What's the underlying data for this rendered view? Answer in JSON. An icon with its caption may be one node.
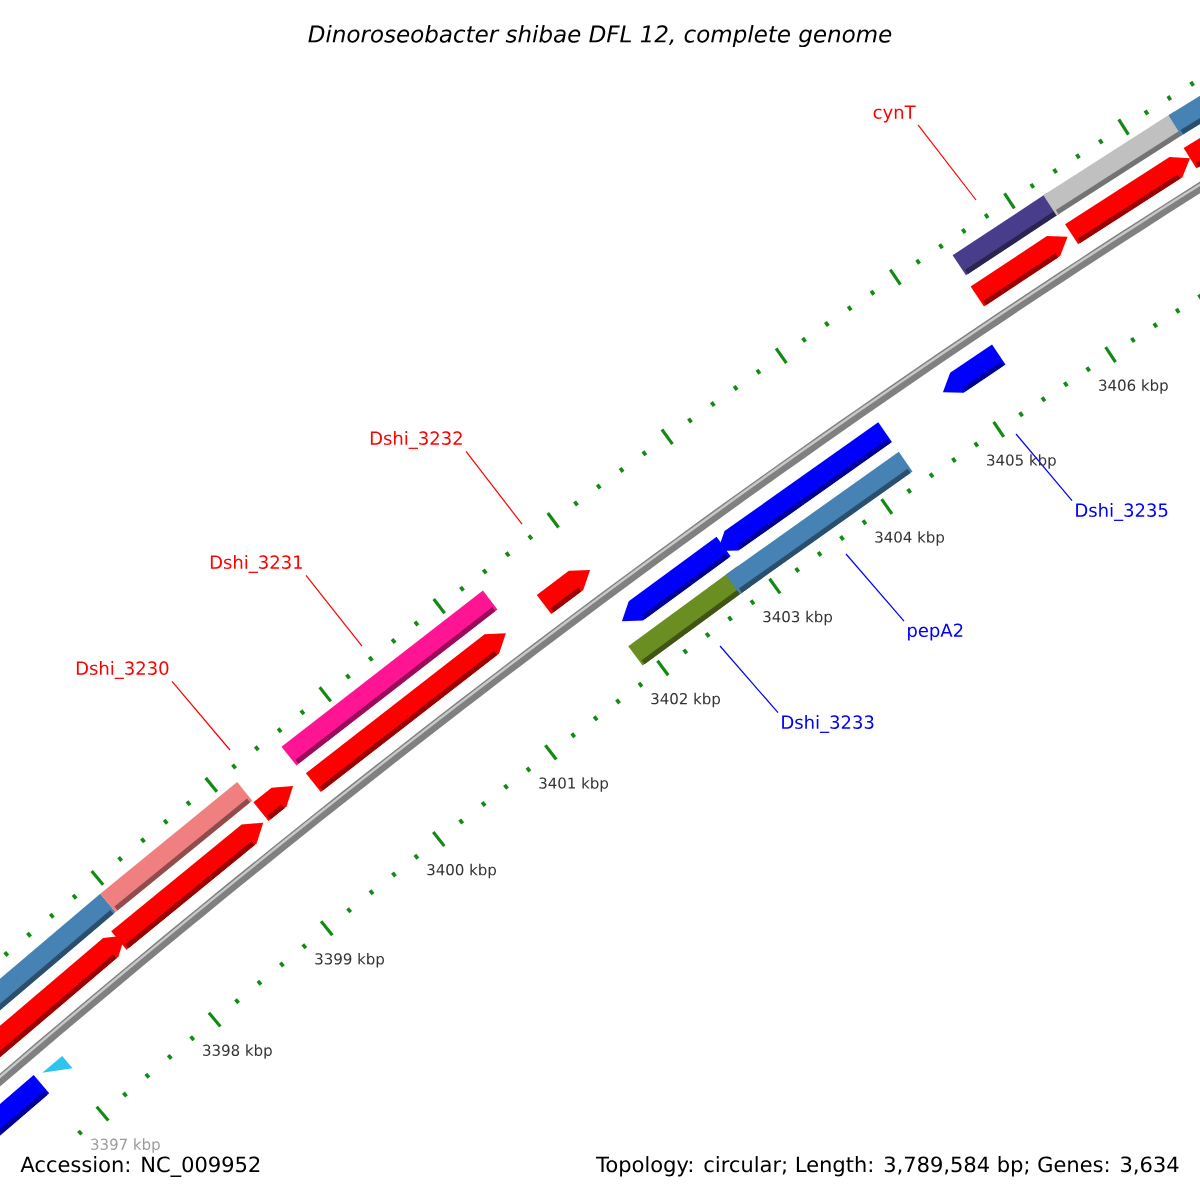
{
  "diagram": {
    "title": "Dinoroseobacter shibae DFL 12, complete genome",
    "nodes": [
      {
        "text": [
          "cynT"
        ]
      },
      {
        "text": [
          "Dshi_3232"
        ]
      },
      {
        "text": [
          "Dshi_3235"
        ]
      },
      {
        "text": [
          "Dshi_3231"
        ]
      },
      {
        "text": [
          "pepA2"
        ]
      },
      {
        "text": [
          "Dshi_3230"
        ]
      },
      {
        "text": [
          "Dshi_3233"
        ]
      }
    ],
    "edges": [
      {
        "from": 0,
        "to": null,
        "arrow": "none"
      },
      {
        "from": 1,
        "to": null,
        "arrow": "none"
      },
      {
        "from": 2,
        "to": null,
        "arrow": "none",
        "color": "#0000ff"
      },
      {
        "from": 3,
        "to": null,
        "arrow": "none"
      },
      {
        "from": 4,
        "to": null,
        "arrow": "none",
        "color": "#0000ff"
      },
      {
        "from": 5,
        "to": null,
        "arrow": "none"
      },
      {
        "from": 6,
        "to": null,
        "arrow": "none",
        "color": "#0000ff"
      }
    ],
    "labels": [
      "3397 kbp",
      "3398 kbp",
      "3399 kbp",
      "3400 kbp",
      "3401 kbp",
      "3402 kbp",
      "3403 kbp",
      "3404 kbp",
      "3405 kbp",
      "3406 kbp",
      "Accession: NC_009952",
      "Topology: circular; Length: 3,789,584 bp; Genes: 3,634"
    ]
  }
}
